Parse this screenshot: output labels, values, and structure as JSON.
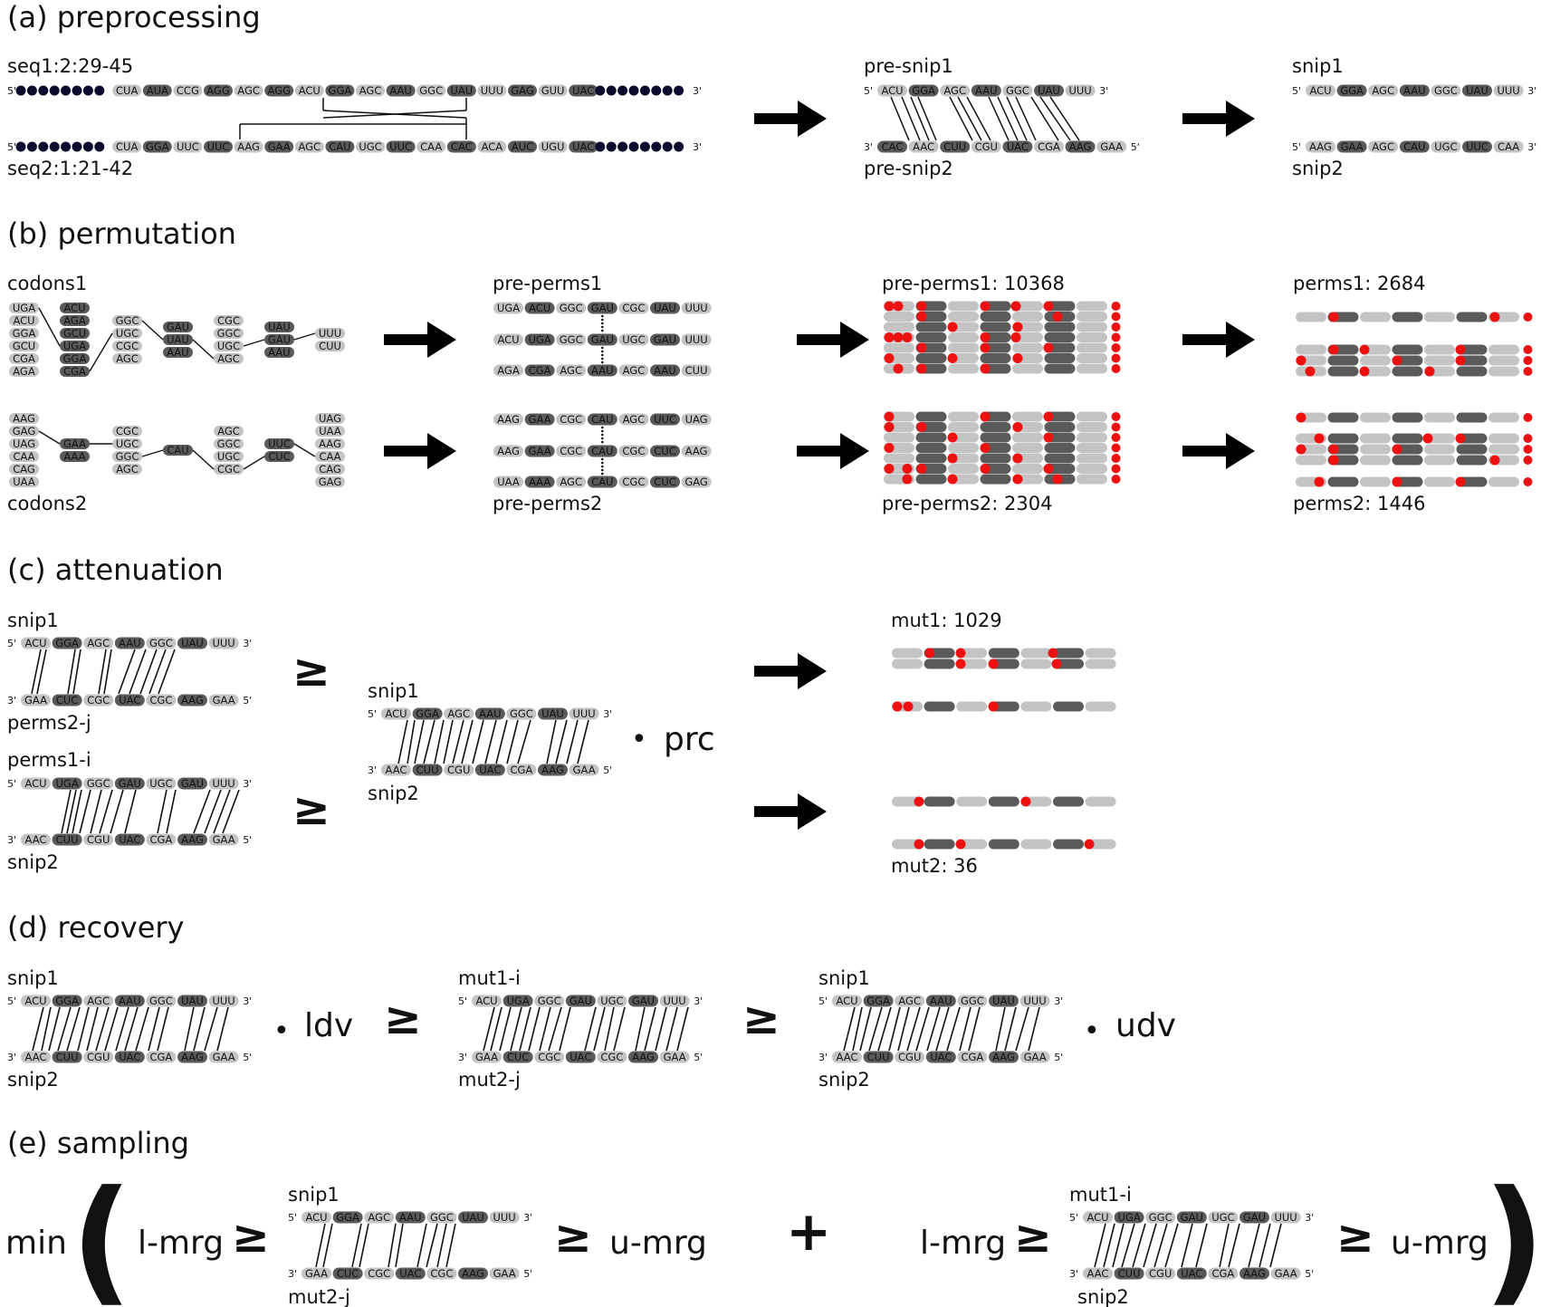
{
  "sections": {
    "a": "(a) preprocessing",
    "b": "(b) permutation",
    "c": "(c) attenuation",
    "d": "(d) recovery",
    "e": "(e) sampling"
  },
  "preprocessing": {
    "seq1_label": "seq1:2:29-45",
    "seq2_label": "seq2:1:21-42",
    "seq1_codons": [
      "CUA",
      "AUA",
      "CCG",
      "AGG",
      "AGC",
      "AGG",
      "ACU",
      "GGA",
      "AGC",
      "AAU",
      "GGC",
      "UAU",
      "UUU",
      "GAG",
      "GUU",
      "UAC"
    ],
    "seq1_dark": [
      1,
      3,
      5,
      7,
      9,
      11,
      13,
      15
    ],
    "seq2_codons": [
      "CUA",
      "GGA",
      "UUC",
      "UUC",
      "AAG",
      "GAA",
      "AGC",
      "CAU",
      "UGC",
      "UUC",
      "CAA",
      "CAC",
      "ACA",
      "AUC",
      "UGU",
      "UAC"
    ],
    "seq2_dark": [
      1,
      3,
      5,
      7,
      9,
      11,
      13,
      15
    ],
    "pre_snip1_label": "pre-snip1",
    "pre_snip2_label": "pre-snip2",
    "pre_snip1": [
      "ACU",
      "GGA",
      "AGC",
      "AAU",
      "GGC",
      "UAU",
      "UUU"
    ],
    "pre_snip2": [
      "CAC",
      "AAC",
      "CUU",
      "CGU",
      "UAC",
      "CGA",
      "AAG",
      "GAA"
    ],
    "snip1_label": "snip1",
    "snip2_label": "snip2",
    "snip1": [
      "ACU",
      "GGA",
      "AGC",
      "AAU",
      "GGC",
      "UAU",
      "UUU"
    ],
    "snip2": [
      "AAG",
      "GAA",
      "AGC",
      "CAU",
      "UGC",
      "UUC",
      "CAA"
    ]
  },
  "ends": {
    "five": "5'",
    "three": "3'"
  },
  "permutation": {
    "codons1_label": "codons1",
    "codons2_label": "codons2",
    "codons1_columns": [
      [
        "UGA",
        "ACU",
        "GGA",
        "GCU",
        "CGA",
        "AGA"
      ],
      [
        "ACU",
        "AGA",
        "GCU",
        "UGA",
        "GGA",
        "CGA"
      ],
      [
        "GGC",
        "UGC",
        "CGC",
        "AGC"
      ],
      [
        "GAU",
        "UAU",
        "AAU"
      ],
      [
        "CGC",
        "GGC",
        "UGC",
        "AGC"
      ],
      [
        "UAU",
        "GAU",
        "AAU"
      ],
      [
        "UUU",
        "CUU"
      ]
    ],
    "codons2_columns": [
      [
        "AAG",
        "GAG",
        "UAG",
        "CAA",
        "CAG",
        "UAA"
      ],
      [
        "GAA",
        "AAA"
      ],
      [
        "CGC",
        "UGC",
        "GGC",
        "AGC"
      ],
      [
        "CAU"
      ],
      [
        "AGC",
        "GGC",
        "UGC",
        "CGC"
      ],
      [
        "UUC",
        "CUC"
      ],
      [
        "UAG",
        "UAA",
        "AAG",
        "CAA",
        "CAG",
        "GAG"
      ]
    ],
    "pre_perms1_label": "pre-perms1",
    "pre_perms2_label": "pre-perms2",
    "pre_perms1_rows": [
      [
        "UGA",
        "ACU",
        "GGC",
        "GAU",
        "CGC",
        "UAU",
        "UUU"
      ],
      [
        "ACU",
        "UGA",
        "GGC",
        "GAU",
        "UGC",
        "GAU",
        "UUU"
      ],
      [
        "AGA",
        "CGA",
        "AGC",
        "AAU",
        "AGC",
        "AAU",
        "CUU"
      ]
    ],
    "pre_perms2_rows": [
      [
        "AAG",
        "GAA",
        "CGC",
        "CAU",
        "AGC",
        "UUC",
        "UAG"
      ],
      [
        "AAG",
        "GAA",
        "CGC",
        "CAU",
        "CGC",
        "CUC",
        "AAG"
      ],
      [
        "UAA",
        "AAA",
        "AGC",
        "CAU",
        "CGC",
        "CUC",
        "GAG"
      ]
    ],
    "pre_perms1_count": "pre-perms1: 10368",
    "pre_perms2_count": "pre-perms2: 2304",
    "perms1_count": "perms1: 2684",
    "perms2_count": "perms2: 1446"
  },
  "attenuation": {
    "snip1_label": "snip1",
    "perms2_j_label": "perms2-j",
    "perms1_i_label": "perms1-i",
    "snip2_label": "snip2",
    "prc_label": "prc",
    "mut1_count": "mut1: 1029",
    "mut2_count": "mut2: 36",
    "snip1_codons": [
      "ACU",
      "GGA",
      "AGC",
      "AAU",
      "GGC",
      "UAU",
      "UUU"
    ],
    "perms2_j_codons": [
      "GAA",
      "CUC",
      "CGC",
      "UAC",
      "CGC",
      "AAG",
      "GAA"
    ],
    "perms1_i_codons": [
      "ACU",
      "UGA",
      "GGC",
      "GAU",
      "UGC",
      "GAU",
      "UUU"
    ],
    "snip2_codons": [
      "AAC",
      "CUU",
      "CGU",
      "UAC",
      "CGA",
      "AAG",
      "GAA"
    ]
  },
  "recovery": {
    "snip1_label": "snip1",
    "snip2_label": "snip2",
    "mut1_i_label": "mut1-i",
    "mut2_j_label": "mut2-j",
    "ldv_label": "ldv",
    "udv_label": "udv",
    "mut1_i_codons": [
      "ACU",
      "UGA",
      "GGC",
      "GAU",
      "UGC",
      "GAU",
      "UUU"
    ],
    "mut2_j_codons": [
      "GAA",
      "CUC",
      "CGC",
      "UAC",
      "CGC",
      "AAG",
      "GAA"
    ]
  },
  "sampling": {
    "min_label": "min",
    "l_mrg": "l-mrg",
    "u_mrg": "u-mrg",
    "plus": "+",
    "geq": "≥",
    "bullet": "•",
    "open_paren": "(",
    "close_paren": ")",
    "snip1_label": "snip1",
    "mut2_j_label": "mut2-j",
    "mut1_i_label": "mut1-i",
    "snip2_label": "snip2"
  },
  "colors": {
    "light": "#c4c4c4",
    "dark": "#5a5a5a",
    "navy": "#0c0c2e",
    "red": "#ee1111",
    "arrow": "#000000"
  }
}
